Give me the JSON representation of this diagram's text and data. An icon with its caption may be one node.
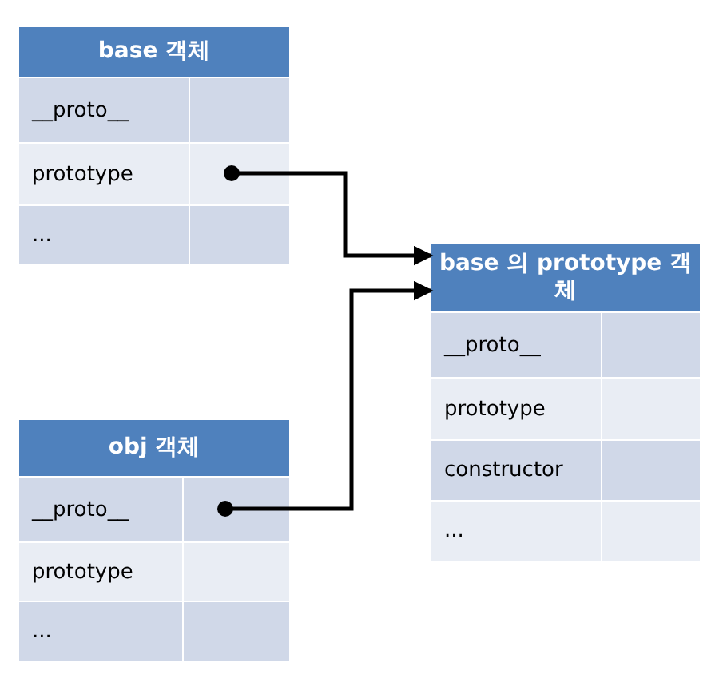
{
  "diagram": {
    "nodes": [
      {
        "text": [
          "base 객체"
        ]
      },
      {
        "text": [
          "__proto__"
        ],
        "in": 0
      },
      {
        "text": [],
        "shape": "box",
        "in": 0
      },
      {
        "text": [
          "prototype"
        ],
        "in": 0
      },
      {
        "text": [],
        "shape": "box",
        "in": 0
      },
      {
        "text": [
          "..."
        ],
        "in": 0
      },
      {
        "text": [],
        "shape": "box",
        "in": 0
      },
      {
        "text": [
          "base 의 prototype 객체"
        ]
      },
      {
        "text": [
          "__proto__"
        ],
        "in": 7
      },
      {
        "text": [],
        "shape": "box",
        "in": 7
      },
      {
        "text": [
          "prototype"
        ],
        "in": 7
      },
      {
        "text": [],
        "shape": "box",
        "in": 7
      },
      {
        "text": [
          "constructor"
        ],
        "in": 7
      },
      {
        "text": [],
        "shape": "box",
        "in": 7
      },
      {
        "text": [
          "..."
        ],
        "in": 7
      },
      {
        "text": [],
        "shape": "box",
        "in": 7
      },
      {
        "text": [
          "obj 객체"
        ]
      },
      {
        "text": [
          "__proto__"
        ],
        "in": 16
      },
      {
        "text": [],
        "shape": "box",
        "in": 16
      },
      {
        "text": [
          "prototype"
        ],
        "in": 16
      },
      {
        "text": [],
        "shape": "box",
        "in": 16
      },
      {
        "text": [
          "..."
        ],
        "in": 16
      },
      {
        "text": [],
        "shape": "box",
        "in": 16
      }
    ],
    "edges": [
      {
        "from": 4,
        "to": 7,
        "arrow": "to"
      },
      {
        "from": 18,
        "to": 7,
        "arrow": "to"
      }
    ]
  }
}
